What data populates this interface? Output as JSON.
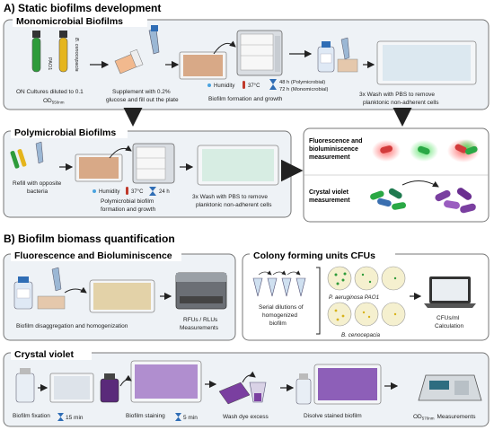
{
  "section_a": {
    "title": "A) Static biofilms development",
    "mono": {
      "title": "Monomicrobial Biofilms",
      "tube1_label": "PAO1",
      "tube2_label": "B. cenocepacia",
      "step1_line1": "ON Cultures diluted to 0.1",
      "step1_line2": "OD",
      "step1_sub": "550nm",
      "step2_line1": "Supplement with 0.2%",
      "step2_line2": "glucose and fill out the plate",
      "humidity": "Humidity",
      "temp": "37°C",
      "time1": "48 h (Polymicrobial)",
      "time2": "72 h (Monomicrobial)",
      "step3": "Biofilm formation and growth",
      "step4_line1": "3x Wash with PBS to remove",
      "step4_line2": "planktonic non-adherent cells"
    },
    "poly": {
      "title": "Polymicrobial Biofilms",
      "step1_line1": "Refill with opposite",
      "step1_line2": "bacteria",
      "humidity": "Humidity",
      "temp": "37°C",
      "time": "24 h",
      "step2_line1": "Polymicrobial biofilm",
      "step2_line2": "formation and growth",
      "step3_line1": "3x Wash with PBS to remove",
      "step3_line2": "planktonic non-adherent cells"
    },
    "results": {
      "fluor_line1": "Fluorescence and",
      "fluor_line2": "bioluminiscence",
      "fluor_line3": "measurement",
      "cv_line1": "Crystal violet",
      "cv_line2": "measurement"
    }
  },
  "section_b": {
    "title": "B) Biofilm biomass quantification",
    "fluor": {
      "title": "Fluorescence and Bioluminiscence",
      "step1": "Biofilm disaggregation and homogenization",
      "step2_line1": "RFUs / RLUs",
      "step2_line2": "Measurements"
    },
    "cfu": {
      "title": "Colony forming units CFUs",
      "dil_line1": "Serial dilutions of",
      "dil_line2": "homogenized",
      "dil_line3": "biofilm",
      "species1": "P. aeruginosa PAO1",
      "species2": "B. cenocepacia",
      "calc_line1": "CFUs/ml",
      "calc_line2": "Calculation"
    },
    "cv": {
      "title": "Crystal violet",
      "step1": "Biofilm fixation",
      "time1": "15 min",
      "step2": "Biofilm staining",
      "time2": "5 min",
      "step3": "Wash dye excess",
      "step4": "Disolve stained biofilm",
      "step5": "OD",
      "step5_sub": "570nm",
      "step5_rest": "Measurements"
    }
  },
  "colors": {
    "panel_fill": "#eef2f6",
    "panel_stroke": "#777777",
    "plate_well": "#d8a987",
    "plate_well_green": "#a8d5b8",
    "violet": "#7a3fa0",
    "green_tube": "#2e9b3a",
    "yellow_tube": "#e5b51d"
  }
}
